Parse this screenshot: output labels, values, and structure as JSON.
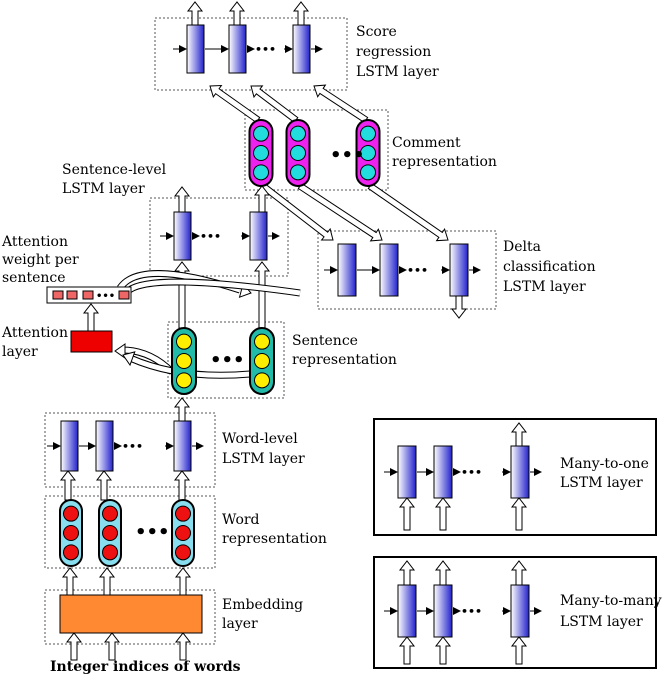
{
  "labels": {
    "score_regression": [
      "Score",
      "regression",
      "LSTM layer"
    ],
    "comment_repr": [
      "Comment",
      "representation"
    ],
    "sentence_lstm": [
      "Sentence-level",
      "LSTM layer"
    ],
    "attention_weight": [
      "Attention",
      "weight per",
      "sentence"
    ],
    "attention_layer": [
      "Attention",
      "layer"
    ],
    "delta_classification": [
      "Delta",
      "classification",
      "LSTM layer"
    ],
    "sentence_repr": [
      "Sentence",
      "representation"
    ],
    "word_lstm": [
      "Word-level",
      "LSTM layer"
    ],
    "word_repr": [
      "Word",
      "representation"
    ],
    "embedding": [
      "Embedding",
      "layer"
    ],
    "input": "Integer indices of words",
    "many_to_one": [
      "Many-to-one",
      "LSTM layer"
    ],
    "many_to_many": [
      "Many-to-many",
      "LSTM layer"
    ]
  },
  "ellipsis": "•••",
  "colors": {
    "lstm_cell_top": "#2020c8",
    "lstm_cell_bottom": "#ffffff",
    "comment_pill": "#ee22ee",
    "comment_dot": "#22dddd",
    "sentence_pill": "#22bbaa",
    "sentence_dot": "#ffee00",
    "word_pill": "#88ddee",
    "word_dot": "#ee1111",
    "attention_box": "#ee0000",
    "embedding_box": "#ff8833"
  }
}
